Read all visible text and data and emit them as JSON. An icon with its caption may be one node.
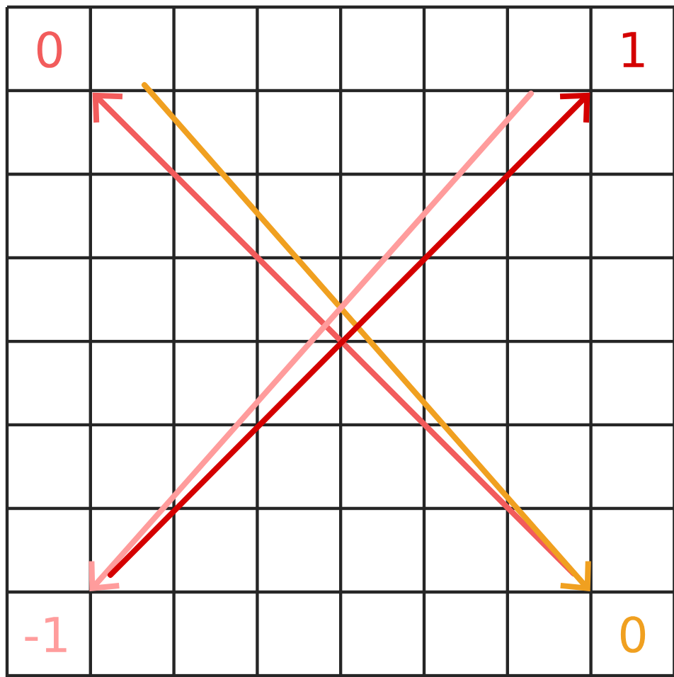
{
  "diagram": {
    "nodes": [
      {
        "text": [
          "0"
        ]
      },
      {
        "text": [
          "1"
        ]
      },
      {
        "text": [
          "-1"
        ]
      },
      {
        "text": [
          "0"
        ]
      }
    ],
    "edges": [
      {
        "from": null,
        "to": 0,
        "arrow": "to",
        "color": "#f25c5c"
      },
      {
        "from": null,
        "to": 3,
        "arrow": "to",
        "color": "#f0a020"
      },
      {
        "from": null,
        "to": 2,
        "arrow": "to",
        "color": "#ff9c9c"
      },
      {
        "from": null,
        "to": 1,
        "arrow": "to",
        "color": "#d40000"
      }
    ]
  }
}
